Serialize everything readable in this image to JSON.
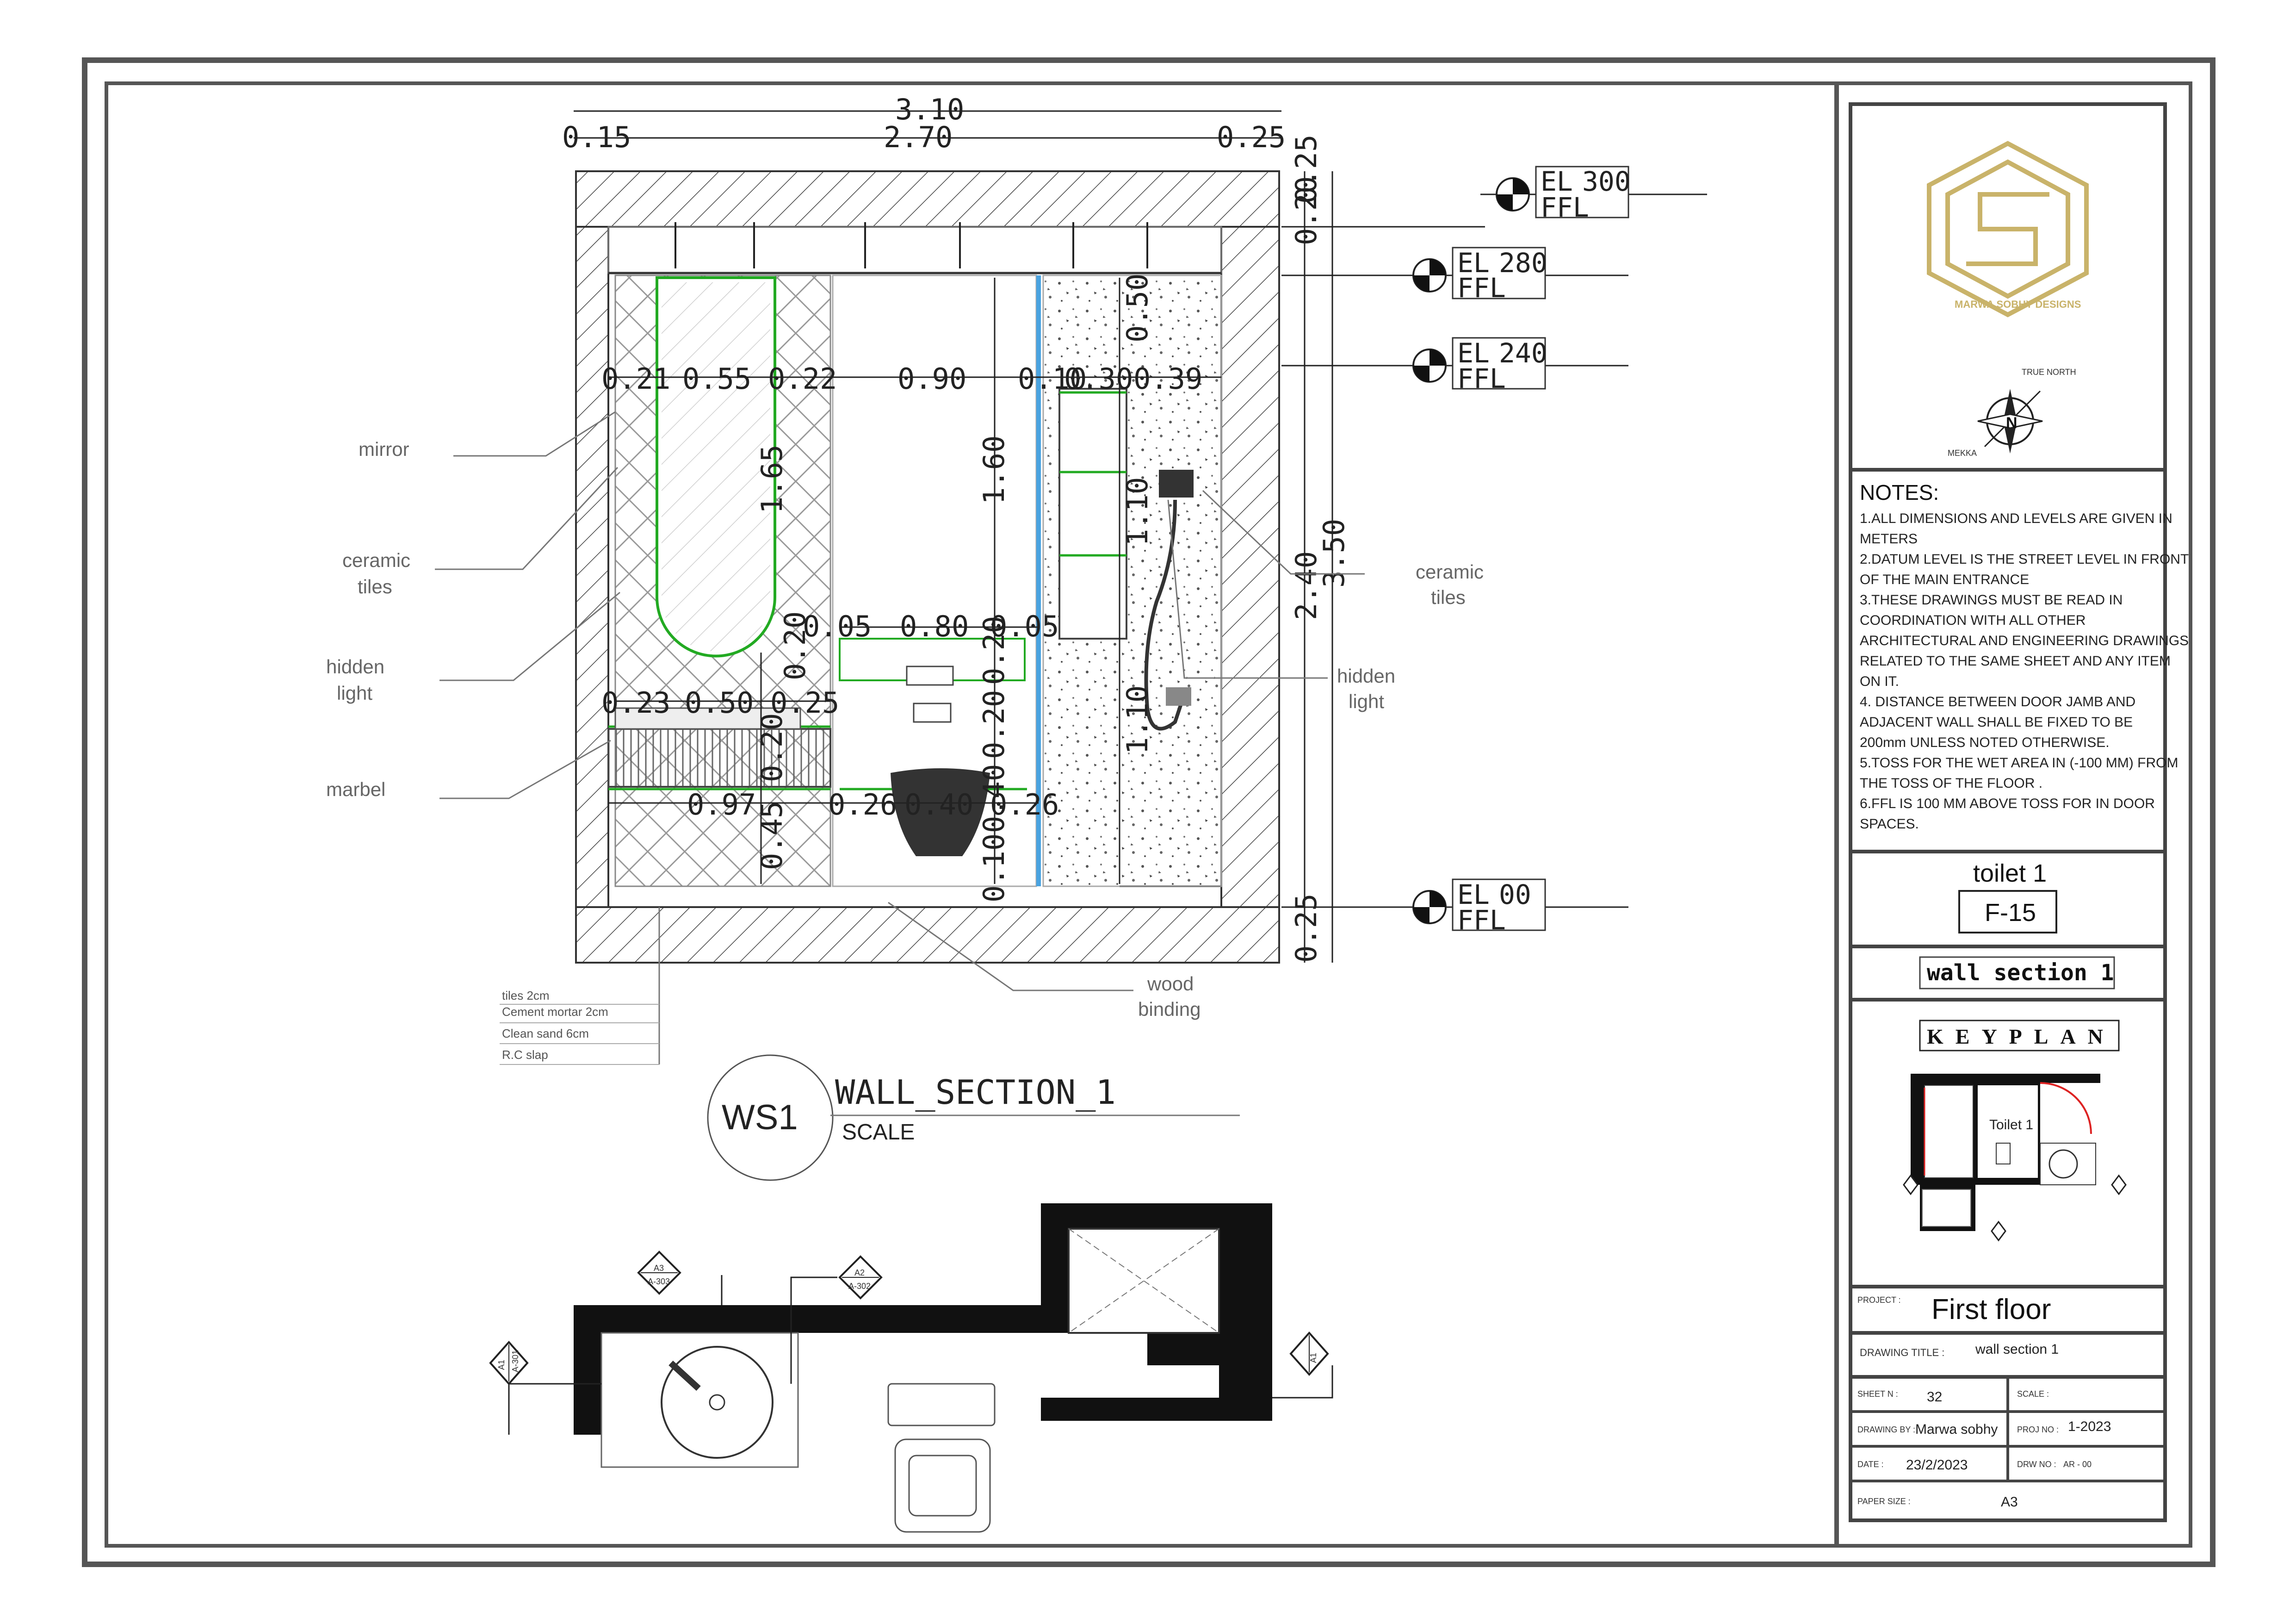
{
  "section": {
    "overall_dims": [
      "3.10",
      "0.15",
      "2.70",
      "0.25"
    ],
    "vertical_dims": [
      "0.20",
      "0.25",
      "2.40",
      "3.50",
      "0.25"
    ],
    "interior_dims": [
      "0.21",
      "0.55",
      "0.22",
      "0.90",
      "0.10",
      "0.30",
      "0.39",
      "0.50",
      "1.65",
      "1.60",
      "1.10",
      "0.05",
      "0.80",
      "0.05",
      "0.20",
      "0.20",
      "0.23",
      "0.50",
      "0.25",
      "0.20",
      "0.20",
      "0.97",
      "0.26",
      "0.40",
      "0.26",
      "0.45",
      "0.10",
      "0.40",
      "1.10"
    ],
    "levels": [
      {
        "el": "EL",
        "value": "300",
        "ref": "FFL"
      },
      {
        "el": "EL",
        "value": "280",
        "ref": "FFL"
      },
      {
        "el": "EL",
        "value": "240",
        "ref": "FFL"
      },
      {
        "el": "EL",
        "value": "00",
        "ref": "FFL"
      }
    ],
    "labels": {
      "mirror": "mirror",
      "ceramic_tiles_l1": "ceramic",
      "ceramic_tiles_l2": "tiles",
      "hidden_light_l1": "hidden",
      "hidden_light_l2": "light",
      "marbel": "marbel",
      "ceramic_tiles_r1": "ceramic",
      "ceramic_tiles_r2": "tiles",
      "hidden_light_r1": "hidden",
      "hidden_light_r2": "light",
      "wood_l1": "wood",
      "wood_l2": "binding"
    },
    "floor_layers": [
      "tiles 2cm",
      "Cement mortar 2cm",
      "Clean sand 6cm",
      "R.C slap"
    ],
    "tag": "WS1",
    "title": "WALL_SECTION_1",
    "scale": "SCALE"
  },
  "plan_marks": [
    "A3",
    "A-303",
    "A2",
    "A-302",
    "A1",
    "A-301",
    "A1"
  ],
  "title_block": {
    "logo_text": "MARWA SOBHY DESIGNS",
    "true_north": "TRUE NORTH",
    "mekka": "MEKKA",
    "north_letter": "N",
    "notes_title": "NOTES:",
    "notes": [
      "1.ALL DIMENSIONS AND LEVELS ARE GIVEN IN",
      "   METERS",
      "2.DATUM LEVEL IS THE STREET LEVEL IN FRONT",
      "   OF THE MAIN ENTRANCE",
      "3.THESE DRAWINGS MUST BE READ IN",
      "   COORDINATION WITH ALL OTHER",
      "   ARCHITECTURAL AND ENGINEERING DRAWINGS",
      "   RELATED TO THE SAME SHEET AND ANY ITEM",
      "   ON IT.",
      "4.  DISTANCE BETWEEN DOOR JAMB AND",
      "   ADJACENT WALL SHALL BE FIXED TO BE",
      "   200mm UNLESS NOTED OTHERWISE.",
      "5.TOSS FOR THE WET AREA  IN (-100 MM) FROM",
      "   THE TOSS OF THE FLOOR .",
      "6.FFL IS 100 MM ABOVE TOSS FOR IN DOOR",
      "   SPACES."
    ],
    "room": "toilet 1",
    "sheet_code": "F-15",
    "view": "wall section 1",
    "keyplan": "KEYPLAN",
    "keyplan_room": "Toilet 1",
    "project_label": "PROJECT :",
    "project": "First  floor",
    "drawing_title_label": "DRAWING TITLE :",
    "drawing_title": "wall section 1",
    "sheet_n_label": "SHEET N :",
    "sheet_n": "32",
    "scale_label": "SCALE :",
    "drawing_by_label": "DRAWING BY :",
    "drawing_by": "Marwa sobhy",
    "proj_no_label": "PROJ NO :",
    "proj_no": "1-2023",
    "date_label": "DATE :",
    "date": "23/2/2023",
    "drw_no_label": "DRW NO :",
    "drw_no": "AR - 00",
    "paper_label": "PAPER SIZE :",
    "paper": "A3"
  }
}
